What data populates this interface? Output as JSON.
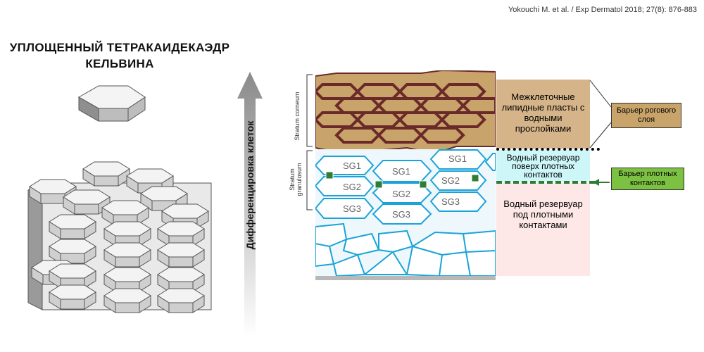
{
  "citation": "Yokouchi M. et al. / Exp Dermatol 2018; 27(8): 876-883",
  "title": {
    "line1": "УПЛОЩЕННЫЙ  ТЕТРАКАИДЕКАЭДР",
    "line2": "КЕЛЬВИНА"
  },
  "arrow_label": "Дифференцировка клеток",
  "layers": {
    "stratum_corneum": "Stratum corneum",
    "stratum_granulosum": "Stratum granulosum"
  },
  "cells": {
    "sg1": "SG1",
    "sg2": "SG2",
    "sg3": "SG3"
  },
  "labels": {
    "lipid": "Межклеточные липидные пласты с водными прослойками",
    "reservoir_above": "Водный резервуар поверх плотных контактов",
    "reservoir_below": "Водный резервуар под плотными контактами"
  },
  "barriers": {
    "corneum": "Барьер рогового слоя",
    "tight_junction": "Барьер плотных контактов"
  },
  "colors": {
    "corneum_fill": "#c9a46a",
    "corneum_edge": "#6b2a2a",
    "granulosum_line": "#1aa3d8",
    "tight_junction": "#2e7d32",
    "lipid_box": "#d6b48a",
    "reservoir_above_box": "#cdf6f8",
    "reservoir_below_box": "#fde7e7",
    "tj_barrier_box": "#7cc142"
  }
}
